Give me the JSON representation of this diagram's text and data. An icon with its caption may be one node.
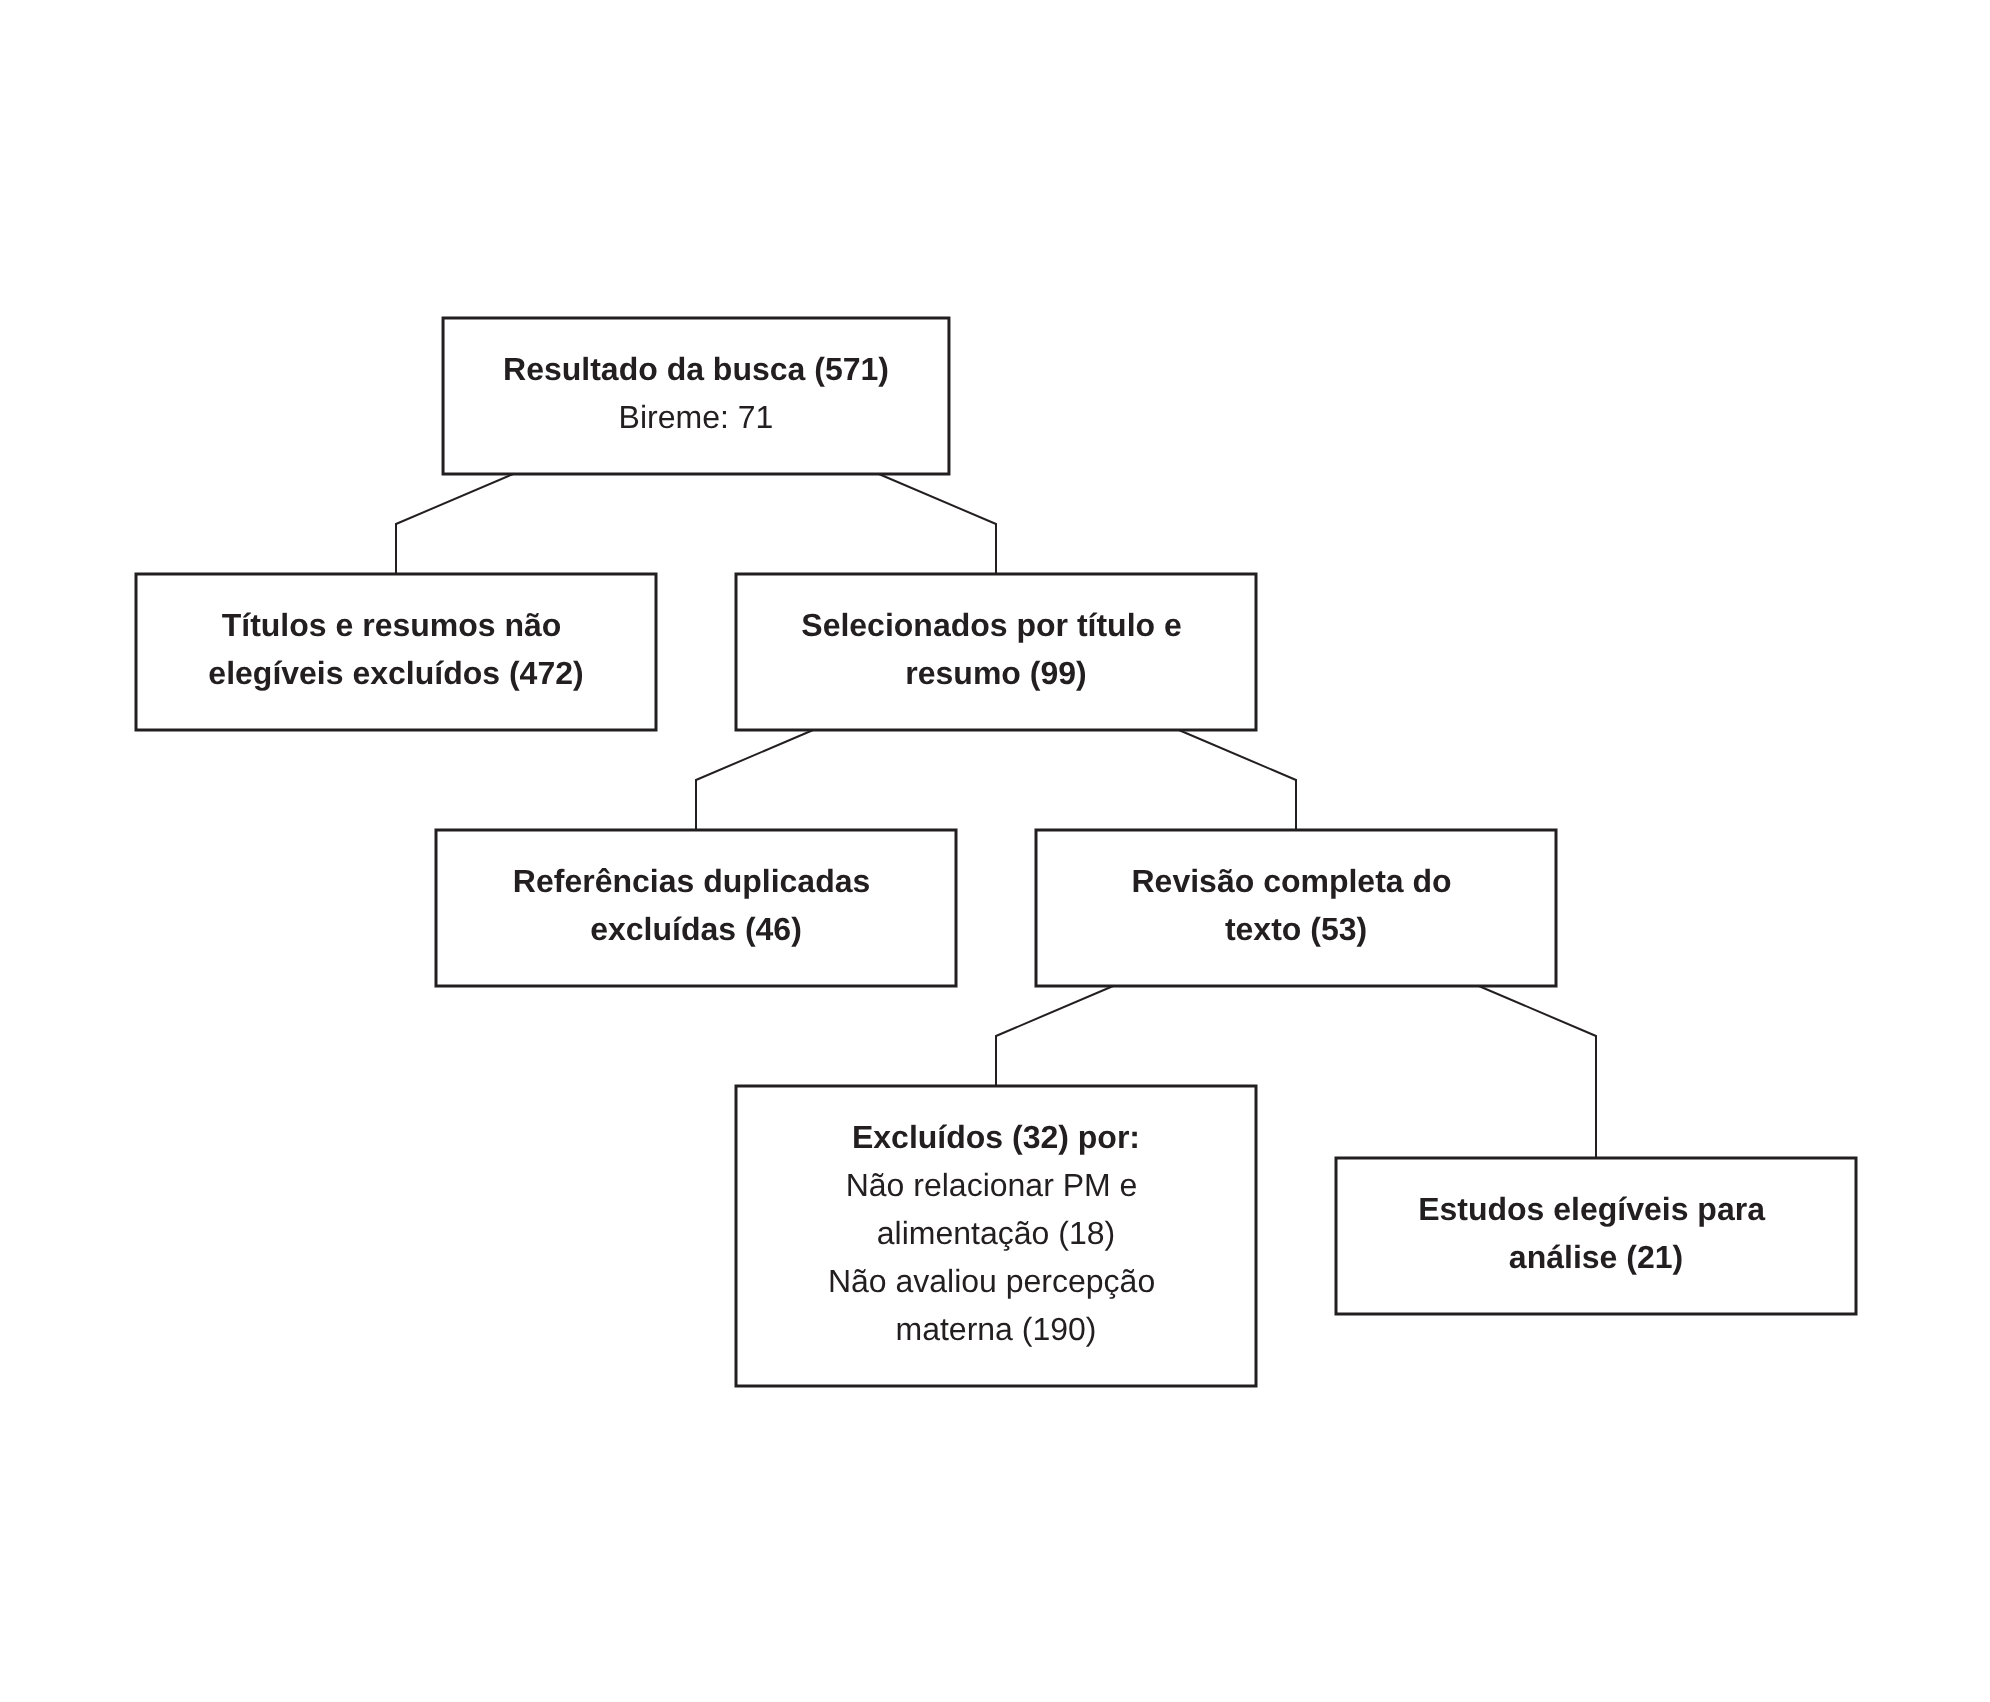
{
  "diagram": {
    "nodes": [
      {
        "text": [
          "Resultado da busca (571)",
          "Bireme: 71"
        ]
      },
      {
        "text": [
          "Títulos e resumos não elegíveis excluídos (472)"
        ]
      },
      {
        "text": [
          "Selecionados por título e resumo (99)"
        ]
      },
      {
        "text": [
          "Referências duplicadas excluídas (46)"
        ]
      },
      {
        "text": [
          "Revisão completa do texto (53)"
        ]
      },
      {
        "text": [
          "Excluídos (32) por:",
          "Não relacionar PM e alimentação (18)",
          "Não avaliou percepção materna (190)"
        ]
      },
      {
        "text": [
          "Estudos elegíveis para análise (21)"
        ]
      }
    ],
    "edges": [
      {
        "from": 0,
        "to": 1,
        "arrow": "none"
      },
      {
        "from": 0,
        "to": 2,
        "arrow": "none"
      },
      {
        "from": 2,
        "to": 3,
        "arrow": "none"
      },
      {
        "from": 2,
        "to": 4,
        "arrow": "none"
      },
      {
        "from": 4,
        "to": 5,
        "arrow": "none"
      },
      {
        "from": 4,
        "to": 6,
        "arrow": "none"
      }
    ]
  }
}
